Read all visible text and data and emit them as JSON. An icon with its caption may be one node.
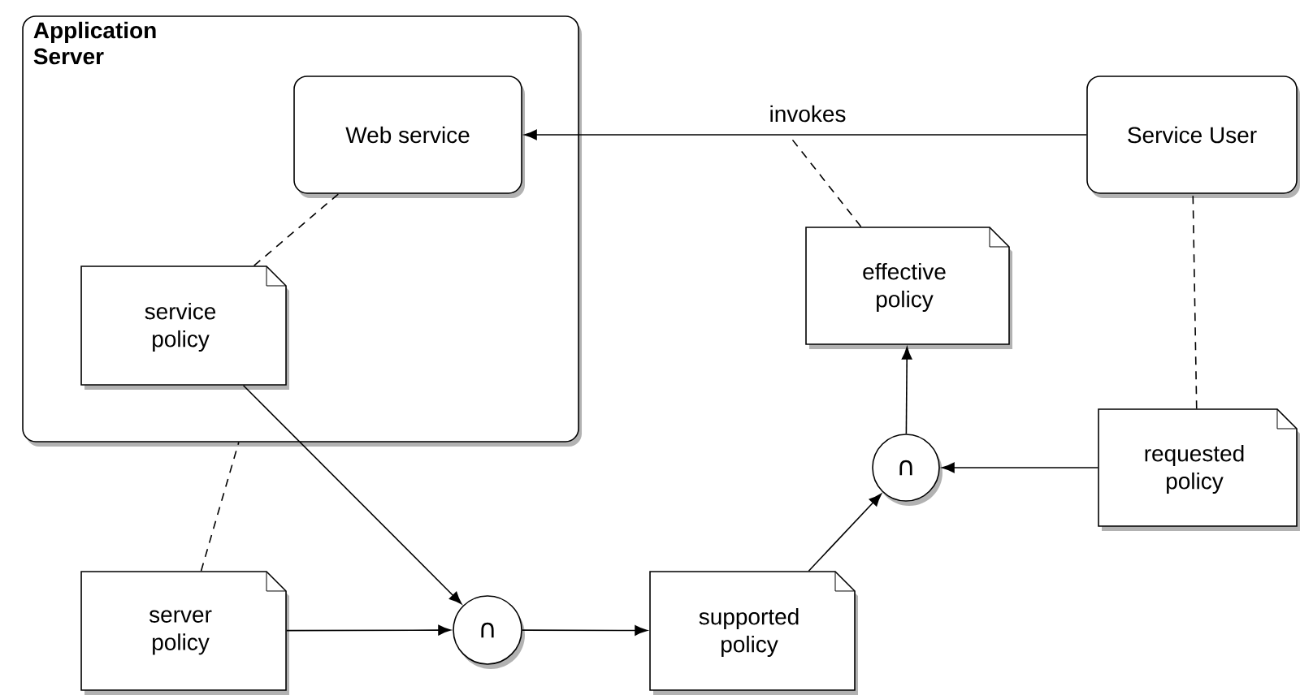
{
  "diagram": {
    "nodes": [
      {
        "text": [
          "Application Server"
        ]
      },
      {
        "text": [
          "Web service"
        ],
        "in": 0
      },
      {
        "text": [
          "service policy"
        ],
        "in": 0
      },
      {
        "text": [
          "Service User"
        ]
      },
      {
        "text": [
          "effective policy"
        ]
      },
      {
        "text": [
          "requested policy"
        ]
      },
      {
        "text": [
          "∩"
        ]
      },
      {
        "text": [
          "server policy"
        ]
      },
      {
        "text": [
          "∩"
        ]
      },
      {
        "text": [
          "supported policy"
        ]
      }
    ],
    "edges": [
      {
        "from": 3,
        "to": 1,
        "arrow": "to",
        "label": "invokes"
      },
      {
        "from": 4,
        "to": null,
        "arrow": "none",
        "style": "dashed"
      },
      {
        "from": 2,
        "to": 1,
        "arrow": "none",
        "style": "dashed"
      },
      {
        "from": 7,
        "to": 0,
        "arrow": "none",
        "style": "dashed"
      },
      {
        "from": 5,
        "to": 3,
        "arrow": "none",
        "style": "dashed"
      },
      {
        "from": 2,
        "to": 8,
        "arrow": "to"
      },
      {
        "from": 7,
        "to": 8,
        "arrow": "to"
      },
      {
        "from": 8,
        "to": 9,
        "arrow": "to"
      },
      {
        "from": 9,
        "to": 6,
        "arrow": "to"
      },
      {
        "from": 5,
        "to": 6,
        "arrow": "to"
      },
      {
        "from": 6,
        "to": 4,
        "arrow": "to"
      }
    ]
  }
}
